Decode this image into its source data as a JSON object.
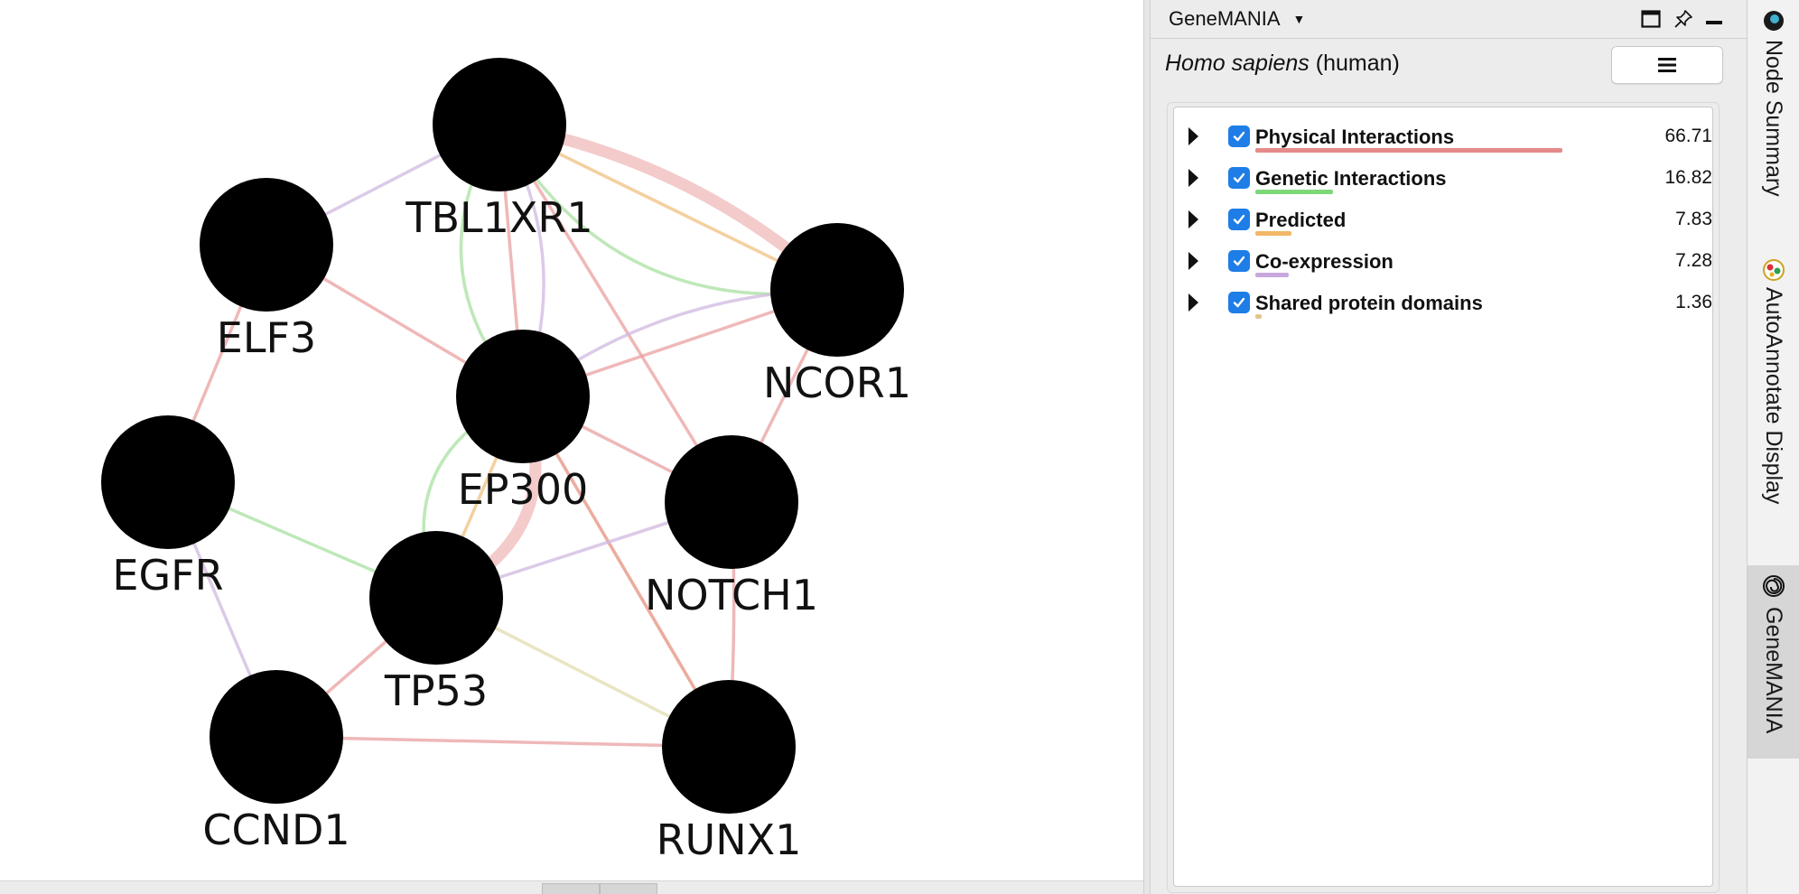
{
  "network": {
    "nodes": [
      {
        "id": "TBL1XR1",
        "label": "TBL1XR1"
      },
      {
        "id": "ELF3",
        "label": "ELF3"
      },
      {
        "id": "NCOR1",
        "label": "NCOR1"
      },
      {
        "id": "EP300",
        "label": "EP300"
      },
      {
        "id": "EGFR",
        "label": "EGFR"
      },
      {
        "id": "NOTCH1",
        "label": "NOTCH1"
      },
      {
        "id": "TP53",
        "label": "TP53"
      },
      {
        "id": "CCND1",
        "label": "CCND1"
      },
      {
        "id": "RUNX1",
        "label": "RUNX1"
      }
    ],
    "edges": [
      {
        "from": "TBL1XR1",
        "to": "NCOR1",
        "type": "physical",
        "weight": "strong"
      },
      {
        "from": "TBL1XR1",
        "to": "EP300",
        "type": "physical"
      },
      {
        "from": "TBL1XR1",
        "to": "NOTCH1",
        "type": "physical"
      },
      {
        "from": "TBL1XR1",
        "to": "NCOR1",
        "type": "predicted"
      },
      {
        "from": "TBL1XR1",
        "to": "NCOR1",
        "type": "genetic"
      },
      {
        "from": "TBL1XR1",
        "to": "EP300",
        "type": "genetic"
      },
      {
        "from": "TBL1XR1",
        "to": "EP300",
        "type": "coexpression"
      },
      {
        "from": "TBL1XR1",
        "to": "ELF3",
        "type": "coexpression"
      },
      {
        "from": "ELF3",
        "to": "EP300",
        "type": "physical"
      },
      {
        "from": "ELF3",
        "to": "EGFR",
        "type": "physical"
      },
      {
        "from": "EP300",
        "to": "NCOR1",
        "type": "physical"
      },
      {
        "from": "EP300",
        "to": "NCOR1",
        "type": "coexpression"
      },
      {
        "from": "EP300",
        "to": "TP53",
        "type": "physical",
        "weight": "strong"
      },
      {
        "from": "EP300",
        "to": "TP53",
        "type": "genetic"
      },
      {
        "from": "EP300",
        "to": "TP53",
        "type": "predicted"
      },
      {
        "from": "EP300",
        "to": "NOTCH1",
        "type": "physical"
      },
      {
        "from": "EP300",
        "to": "RUNX1",
        "type": "predicted"
      },
      {
        "from": "EP300",
        "to": "RUNX1",
        "type": "physical"
      },
      {
        "from": "NCOR1",
        "to": "NOTCH1",
        "type": "physical"
      },
      {
        "from": "NOTCH1",
        "to": "RUNX1",
        "type": "physical"
      },
      {
        "from": "NOTCH1",
        "to": "TP53",
        "type": "coexpression"
      },
      {
        "from": "EGFR",
        "to": "TP53",
        "type": "genetic"
      },
      {
        "from": "EGFR",
        "to": "CCND1",
        "type": "coexpression"
      },
      {
        "from": "TP53",
        "to": "CCND1",
        "type": "physical"
      },
      {
        "from": "TP53",
        "to": "RUNX1",
        "type": "shared"
      },
      {
        "from": "CCND1",
        "to": "RUNX1",
        "type": "physical"
      }
    ],
    "edge_colors": {
      "physical": "#eaa0a0",
      "genetic": "#a8e0a0",
      "predicted": "#f0c080",
      "coexpression": "#d0b8e0",
      "shared": "#e0dcb0"
    }
  },
  "panel": {
    "title": "GeneMANIA",
    "organism_species": "Homo sapiens",
    "organism_common": "(human)",
    "networks": [
      {
        "label": "Physical Interactions",
        "weight": "66.71",
        "color": "#e58a8a",
        "fraction": 0.6671
      },
      {
        "label": "Genetic Interactions",
        "weight": "16.82",
        "color": "#7dd87a",
        "fraction": 0.1682
      },
      {
        "label": "Predicted",
        "weight": "7.83",
        "color": "#f2b766",
        "fraction": 0.0783
      },
      {
        "label": "Co-expression",
        "weight": "7.28",
        "color": "#c8a8dc",
        "fraction": 0.0728
      },
      {
        "label": "Shared protein domains",
        "weight": "1.36",
        "color": "#e6c48a",
        "fraction": 0.0136
      }
    ]
  },
  "side_tabs": [
    "Node Summary",
    "AutoAnnotate Display",
    "GeneMANIA"
  ]
}
